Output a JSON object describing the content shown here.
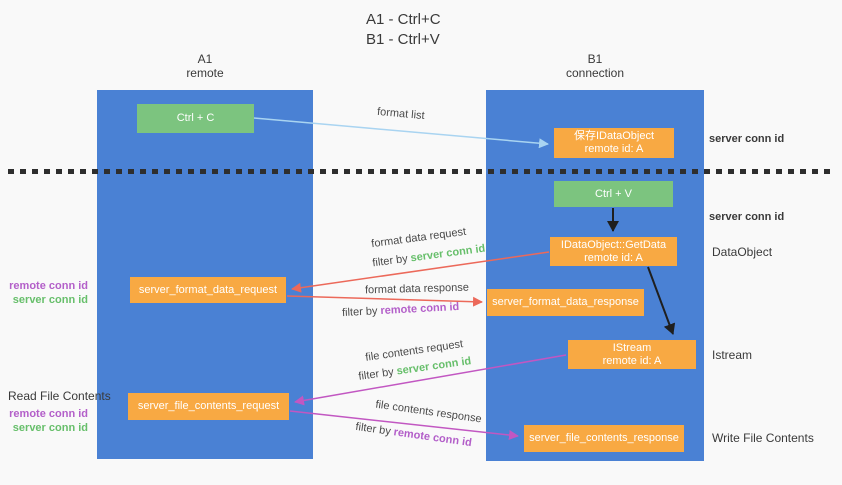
{
  "title": {
    "line1": "A1 - Ctrl+C",
    "line2": "B1 - Ctrl+V"
  },
  "lanes": {
    "a1": {
      "title": "A1",
      "subtitle": "remote"
    },
    "b1": {
      "title": "B1",
      "subtitle": "connection"
    }
  },
  "nodes": {
    "ctrl_c": {
      "label": "Ctrl + C"
    },
    "save_idataobject": {
      "line1": "保存IDataObject",
      "line2": "remote id: A"
    },
    "ctrl_v": {
      "label": "Ctrl + V"
    },
    "getdata": {
      "line1": "IDataObject::GetData",
      "line2": "remote id: A"
    },
    "format_request": {
      "label": "server_format_data_request"
    },
    "format_response": {
      "label": "server_format_data_response"
    },
    "istream": {
      "line1": "IStream",
      "line2": "remote id: A"
    },
    "file_request": {
      "label": "server_file_contents_request"
    },
    "file_response": {
      "label": "server_file_contents_response"
    }
  },
  "flow_labels": {
    "format_list": "format list",
    "format_data_request": "format data request",
    "format_data_response": "format data response",
    "file_contents_request": "file contents request",
    "file_contents_response": "file contents response",
    "filter_by": "filter by",
    "server_conn_id": "server conn id",
    "remote_conn_id": "remote conn id"
  },
  "annotations": {
    "left": {
      "format_remote": "remote conn id",
      "format_server": "server conn id",
      "read_file": "Read File Contents",
      "file_remote": "remote conn id",
      "file_server": "server conn id"
    },
    "right": {
      "server_conn_id_top": "server conn id",
      "server_conn_id_mid": "server conn id",
      "dataobject": "DataObject",
      "istream": "Istream",
      "write_file": "Write File Contents"
    }
  },
  "colors": {
    "lane_blue": "#4a81d4",
    "box_green": "#7cc47f",
    "box_orange": "#f8a943",
    "arrow_blue": "#a9d4f1",
    "arrow_red": "#ec695a",
    "arrow_magenta": "#c257c2",
    "arrow_black": "#1f1f1f",
    "text_green": "#67bf6b",
    "text_purple": "#b35fc9",
    "text_dark": "#3a3a3a"
  }
}
